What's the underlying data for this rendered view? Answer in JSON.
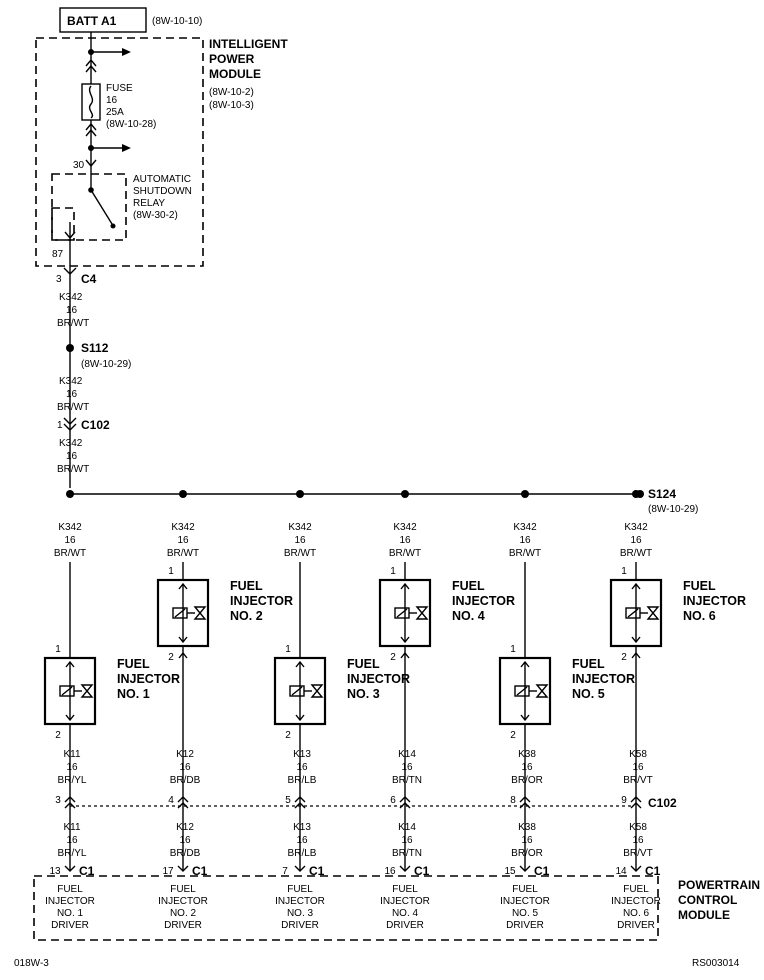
{
  "batt": "BATT A1",
  "batt_ref": "(8W-10-10)",
  "ipm": {
    "lines": [
      "INTELLIGENT",
      "POWER",
      "MODULE"
    ],
    "refs": [
      "(8W-10-2)",
      "(8W-10-3)"
    ]
  },
  "fuse": {
    "lines": [
      "FUSE",
      "16",
      "25A",
      "(8W-10-28)"
    ]
  },
  "relay": {
    "pin_in": "30",
    "pin_out": "87",
    "lines": [
      "AUTOMATIC",
      "SHUTDOWN",
      "RELAY",
      "(8W-30-2)"
    ]
  },
  "c4": {
    "pin": "3",
    "name": "C4"
  },
  "feed_wire": [
    "K342",
    "16",
    "BR/WT"
  ],
  "s112": {
    "name": "S112",
    "ref": "(8W-10-29)"
  },
  "c102_top": {
    "pin": "1",
    "name": "C102"
  },
  "s124": {
    "name": "S124",
    "ref": "(8W-10-29)"
  },
  "injectors": [
    {
      "lines": [
        "FUEL",
        "INJECTOR",
        "NO. 1"
      ],
      "pin_top": "1",
      "pin_bot": "2",
      "wire": [
        "K11",
        "16",
        "BR/YL"
      ],
      "c102_pin": "3",
      "c1_pin": "13",
      "driver": [
        "FUEL",
        "INJECTOR",
        "NO. 1",
        "DRIVER"
      ]
    },
    {
      "lines": [
        "FUEL",
        "INJECTOR",
        "NO. 2"
      ],
      "pin_top": "1",
      "pin_bot": "2",
      "wire": [
        "K12",
        "16",
        "BR/DB"
      ],
      "c102_pin": "4",
      "c1_pin": "17",
      "driver": [
        "FUEL",
        "INJECTOR",
        "NO. 2",
        "DRIVER"
      ]
    },
    {
      "lines": [
        "FUEL",
        "INJECTOR",
        "NO. 3"
      ],
      "pin_top": "1",
      "pin_bot": "2",
      "wire": [
        "K13",
        "16",
        "BR/LB"
      ],
      "c102_pin": "5",
      "c1_pin": "7",
      "driver": [
        "FUEL",
        "INJECTOR",
        "NO. 3",
        "DRIVER"
      ]
    },
    {
      "lines": [
        "FUEL",
        "INJECTOR",
        "NO. 4"
      ],
      "pin_top": "1",
      "pin_bot": "2",
      "wire": [
        "K14",
        "16",
        "BR/TN"
      ],
      "c102_pin": "6",
      "c1_pin": "16",
      "driver": [
        "FUEL",
        "INJECTOR",
        "NO. 4",
        "DRIVER"
      ]
    },
    {
      "lines": [
        "FUEL",
        "INJECTOR",
        "NO. 5"
      ],
      "pin_top": "1",
      "pin_bot": "2",
      "wire": [
        "K38",
        "16",
        "BR/OR"
      ],
      "c102_pin": "8",
      "c1_pin": "15",
      "driver": [
        "FUEL",
        "INJECTOR",
        "NO. 5",
        "DRIVER"
      ]
    },
    {
      "lines": [
        "FUEL",
        "INJECTOR",
        "NO. 6"
      ],
      "pin_top": "1",
      "pin_bot": "2",
      "wire": [
        "K58",
        "16",
        "BR/VT"
      ],
      "c102_pin": "9",
      "c1_pin": "14",
      "driver": [
        "FUEL",
        "INJECTOR",
        "NO. 6",
        "DRIVER"
      ]
    }
  ],
  "c102_bottom": "C102",
  "c1": "C1",
  "pcm": [
    "POWERTRAIN",
    "CONTROL",
    "MODULE"
  ],
  "footer_left": "018W-3",
  "footer_right": "RS003014"
}
